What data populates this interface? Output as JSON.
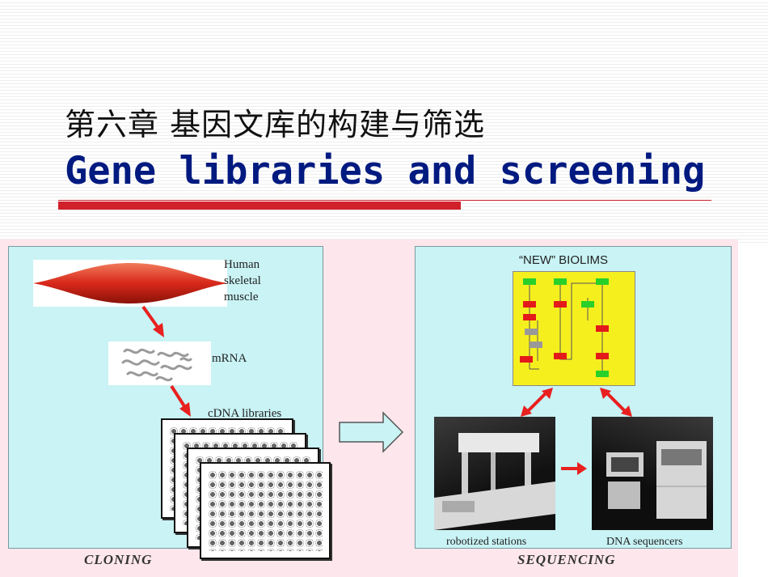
{
  "slide": {
    "title_cn": "第六章 基因文库的构建与筛选",
    "title_en": "Gene libraries and screening"
  },
  "figure": {
    "left_panel": {
      "label_human": "Human",
      "label_skeletal": "skeletal",
      "label_muscle": "muscle",
      "label_mrna": "mRNA",
      "label_cdna": "cDNA libraries",
      "caption": "CLONING"
    },
    "right_panel": {
      "label_biolims": "“NEW” BIOLIMS",
      "label_robot": "robotized stations",
      "label_sequencers": "DNA sequencers",
      "caption": "SEQUENCING"
    },
    "colors": {
      "panel_bg": "#c9f3f5",
      "figure_bg": "#fde7ec",
      "arrow_red": "#e8201f",
      "title_blue": "#001a80",
      "rule_red": "#d0202a"
    }
  }
}
